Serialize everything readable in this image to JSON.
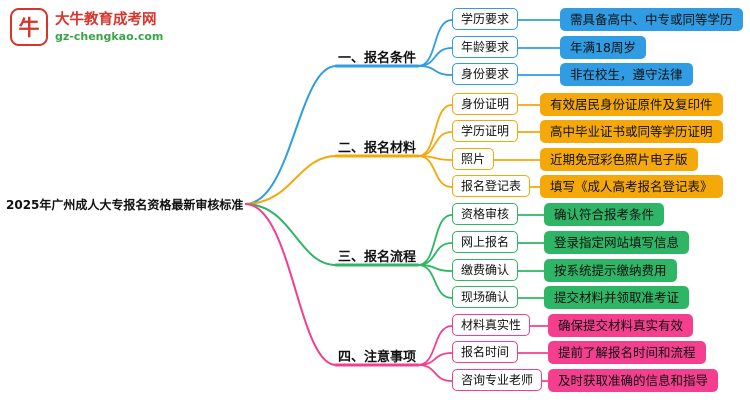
{
  "logo": {
    "icon": "牛",
    "title": "大牛教育成考网",
    "url": "gz-chengkao.com"
  },
  "central_topic": "2025年广州成人大专报名资格最新审核标准",
  "colors": {
    "blue": "#2f9ce3",
    "orange": "#f5a80a",
    "green": "#2fb566",
    "pink": "#f43f8f",
    "brand-red": "#d5352c",
    "brand-green": "#3aa546"
  },
  "branches": [
    {
      "label": "一、报名条件",
      "color": "#2f9ce3",
      "children": [
        {
          "label": "学历要求",
          "value": "需具备高中、中专或同等学历"
        },
        {
          "label": "年龄要求",
          "value": "年满18周岁"
        },
        {
          "label": "身份要求",
          "value": "非在校生，遵守法律"
        }
      ]
    },
    {
      "label": "二、报名材料",
      "color": "#f5a80a",
      "children": [
        {
          "label": "身份证明",
          "value": "有效居民身份证原件及复印件"
        },
        {
          "label": "学历证明",
          "value": "高中毕业证书或同等学历证明"
        },
        {
          "label": "照片",
          "value": "近期免冠彩色照片电子版"
        },
        {
          "label": "报名登记表",
          "value": "填写《成人高考报名登记表》"
        }
      ]
    },
    {
      "label": "三、报名流程",
      "color": "#2fb566",
      "children": [
        {
          "label": "资格审核",
          "value": "确认符合报考条件"
        },
        {
          "label": "网上报名",
          "value": "登录指定网站填写信息"
        },
        {
          "label": "缴费确认",
          "value": "按系统提示缴纳费用"
        },
        {
          "label": "现场确认",
          "value": "提交材料并领取准考证"
        }
      ]
    },
    {
      "label": "四、注意事项",
      "color": "#f43f8f",
      "children": [
        {
          "label": "材料真实性",
          "value": "确保提交材料真实有效"
        },
        {
          "label": "报名时间",
          "value": "提前了解报名时间和流程"
        },
        {
          "label": "咨询专业老师",
          "value": "及时获取准确的信息和指导"
        }
      ]
    }
  ]
}
